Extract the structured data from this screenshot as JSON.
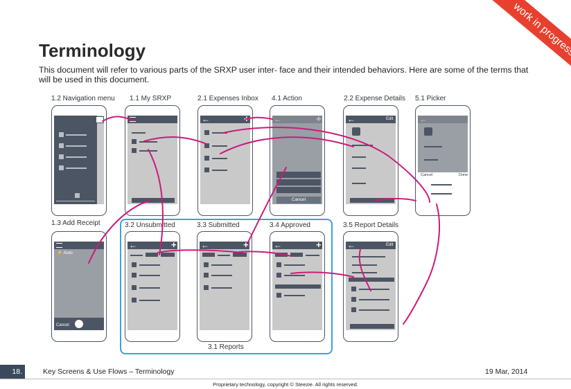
{
  "ribbon": "work in progress",
  "title": "Terminology",
  "intro": "This document will refer to various parts of the SRXP user inter- face and their intended behaviors. Here are some of the terms that will be used in this document.",
  "screens": {
    "nav": "1.2 Navigation menu",
    "mysrxp": "1.1 My SRXP",
    "inbox": "2.1 Expenses Inbox",
    "action": "4.1 Action",
    "details": "2.2 Expense Details",
    "picker": "5.1 Picker",
    "receipt": "1.3 Add Receipt",
    "unsubmitted": "3.2 Unsubmitted",
    "submitted": "3.3 Submitted",
    "approved": "3.4 Approved",
    "report_details": "3.5 Report Details"
  },
  "group_label": "3.1 Reports",
  "ui": {
    "edit": "Edit",
    "cancel": "Cancel",
    "done": "Done",
    "auto": "⚡ Auto"
  },
  "colors": {
    "flow": "#cc1a7a",
    "group": "#3aa3d2",
    "dark": "#4c5563",
    "frame": "#c9c9c9",
    "ribbon": "#e8402e"
  },
  "footer": {
    "page": "18.",
    "title": "Key Screens & Use Flows – Terminology",
    "date": "19 Mar, 2014",
    "copyright": "Proprietary technology, copyright © Steezie. All rights reserved."
  }
}
